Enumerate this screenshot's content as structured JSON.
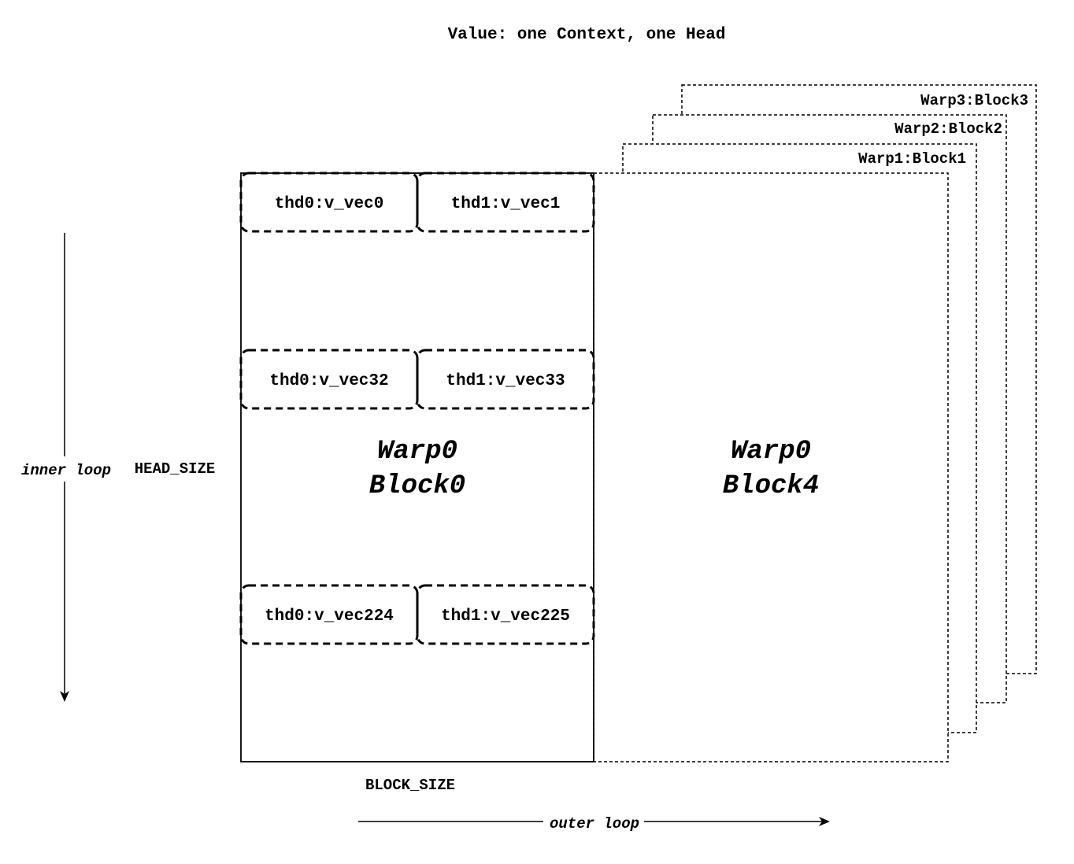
{
  "title": "Value: one Context, one Head",
  "stacked_blocks": [
    {
      "label": "Warp3:Block3"
    },
    {
      "label": "Warp2:Block2"
    },
    {
      "label": "Warp1:Block1"
    }
  ],
  "block0": {
    "line1": "Warp0",
    "line2": "Block0",
    "cells": [
      {
        "left": "thd0:v_vec0",
        "right": "thd1:v_vec1"
      },
      {
        "left": "thd0:v_vec32",
        "right": "thd1:v_vec33"
      },
      {
        "left": "thd0:v_vec224",
        "right": "thd1:v_vec225"
      }
    ]
  },
  "block4": {
    "line1": "Warp0",
    "line2": "Block4"
  },
  "axes": {
    "head_size": "HEAD_SIZE",
    "block_size": "BLOCK_SIZE",
    "inner_loop": "inner loop",
    "outer_loop": "outer loop"
  }
}
